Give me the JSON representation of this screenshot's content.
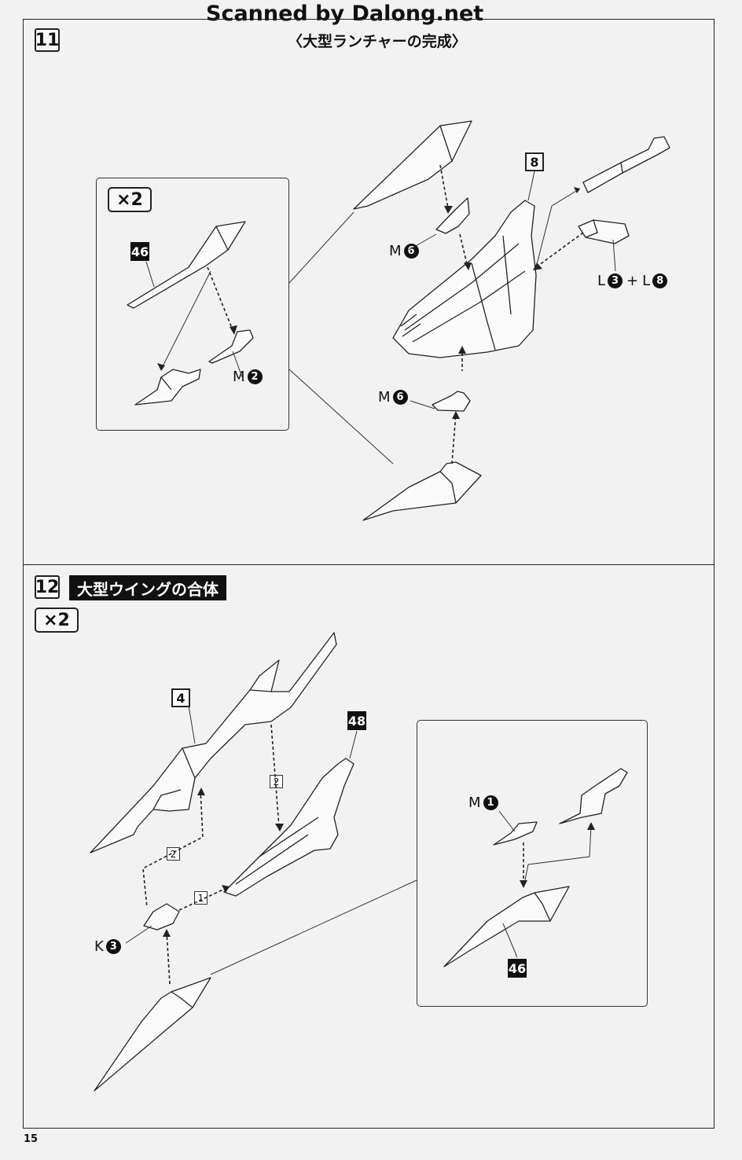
{
  "watermark": "Scanned by Dalong.net",
  "step11": {
    "number": "11",
    "title": "〈大型ランチャーの完成〉",
    "inset_multiplier": "×2",
    "part_inset": "46",
    "label_inset_m": "M",
    "label_inset_m_num": "2",
    "part_main": "8",
    "label_top_m": "M",
    "label_top_m_num": "6",
    "label_bottom_m": "M",
    "label_bottom_m_num": "6",
    "label_l": "L",
    "label_l_num1": "3",
    "label_plus": "+",
    "label_l2": "L",
    "label_l_num2": "8"
  },
  "step12": {
    "number": "12",
    "title": "大型ウイングの合体",
    "multiplier": "×2",
    "part_wing": "4",
    "part_body": "48",
    "seq_1": "1",
    "seq_2a": "2",
    "seq_2b": "2",
    "label_k": "K",
    "label_k_num": "3",
    "label_inset_m": "M",
    "label_inset_m_num": "1",
    "part_inset": "46"
  },
  "page_number": "15"
}
